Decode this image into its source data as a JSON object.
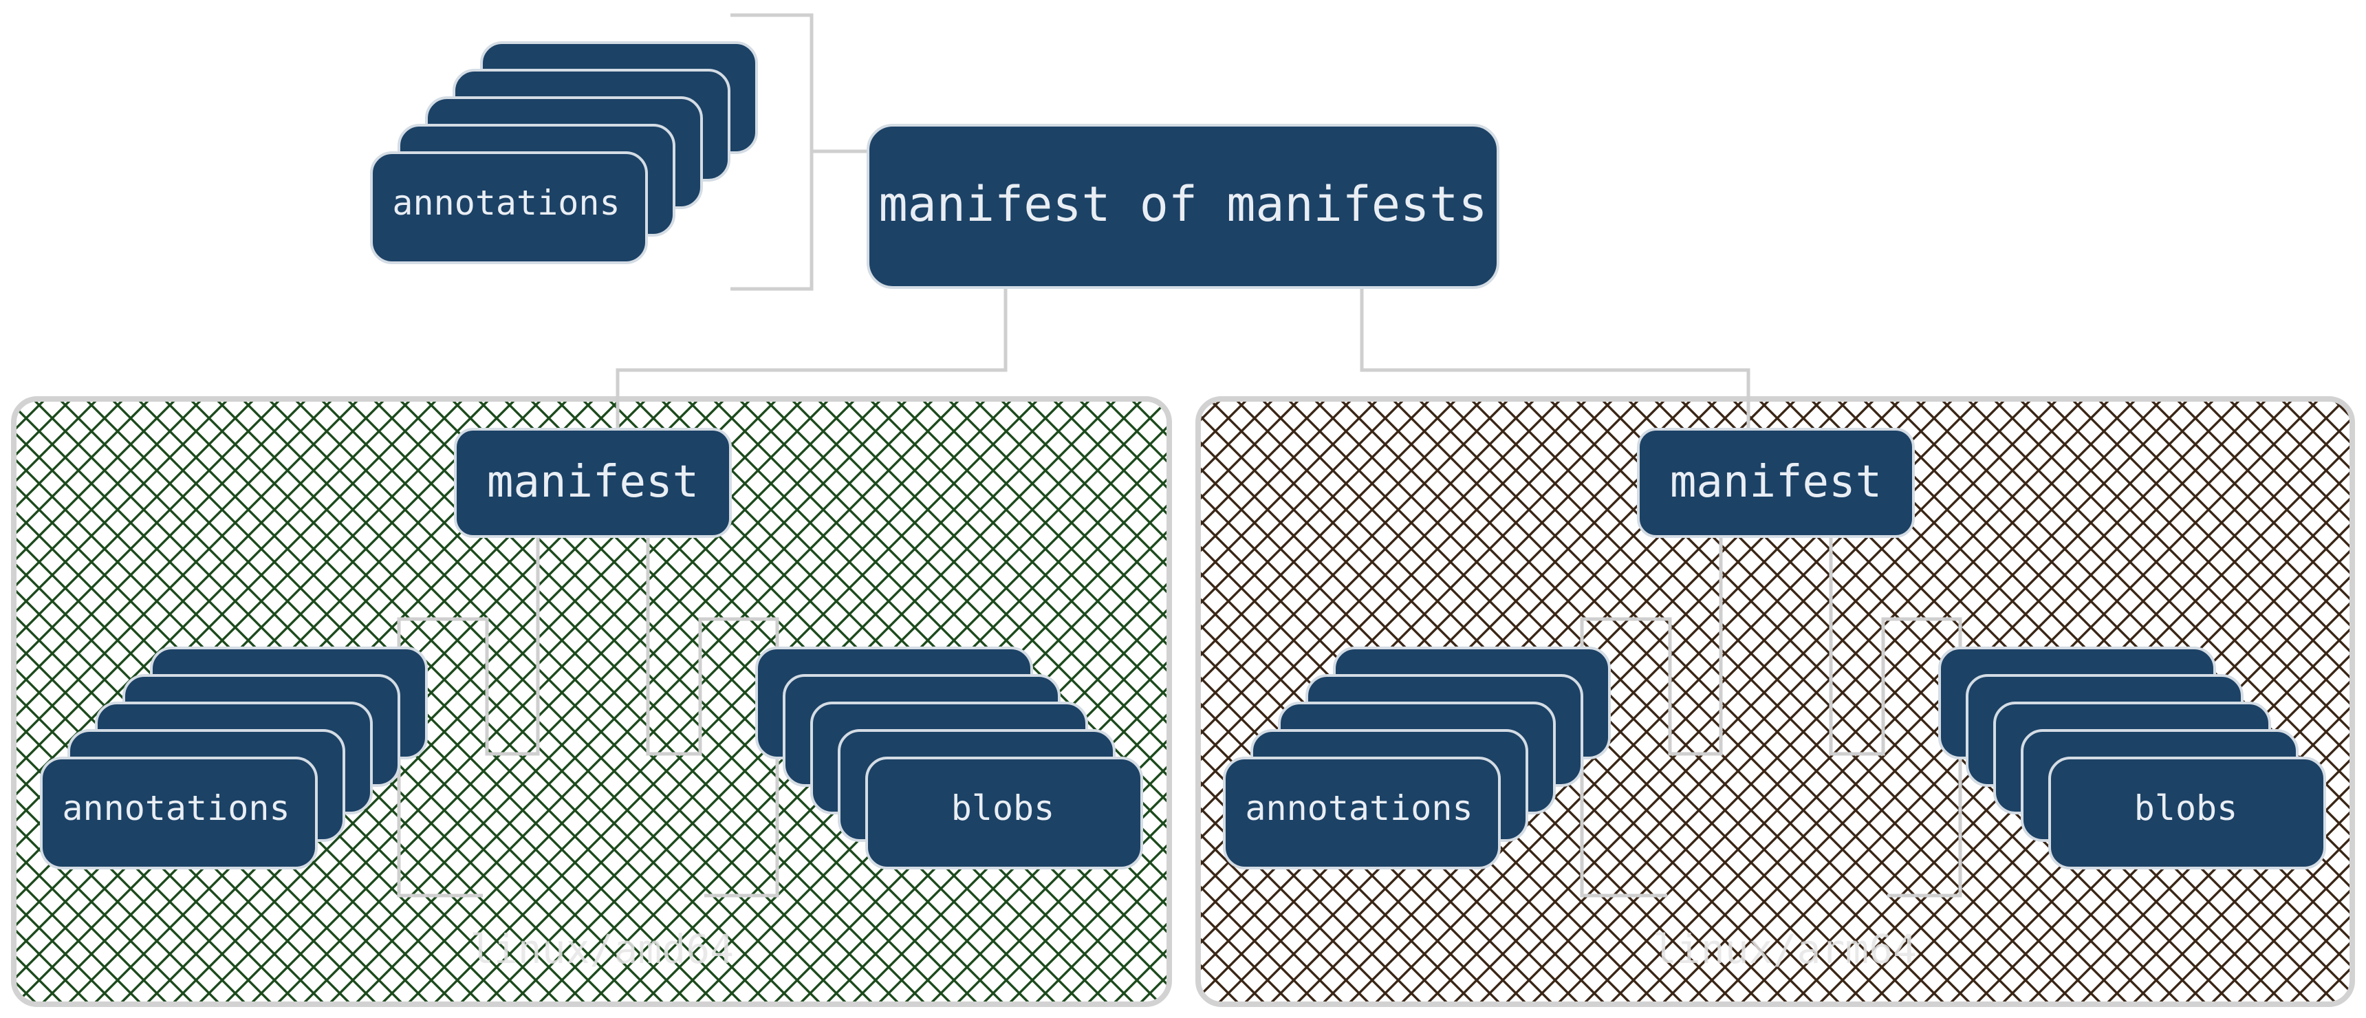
{
  "root": {
    "label": "manifest of manifests"
  },
  "root_annotations": {
    "label": "annotations"
  },
  "platforms": [
    {
      "label": "linux/amd64",
      "manifest_label": "manifest",
      "annotations_label": "annotations",
      "blobs_label": "blobs",
      "hatch_color": "#1c4a1c"
    },
    {
      "label": "linux/arm64",
      "manifest_label": "manifest",
      "annotations_label": "annotations",
      "blobs_label": "blobs",
      "hatch_color": "#3a2616"
    }
  ],
  "colors": {
    "node_fill": "#1c4266",
    "node_stroke": "#d4dce4",
    "connector": "#cfcfcf",
    "group_border": "#d2d2d2",
    "text": "#e9eef4"
  }
}
